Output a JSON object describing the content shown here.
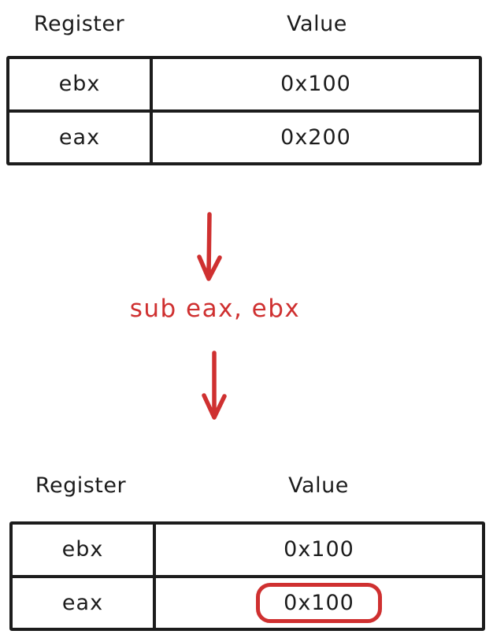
{
  "colors": {
    "ink": "#1c1c1c",
    "accent_red": "#cf3030",
    "background": "#ffffff"
  },
  "before_table": {
    "headers": {
      "register": "Register",
      "value": "Value"
    },
    "rows": [
      {
        "register": "ebx",
        "value": "0x100",
        "highlighted": false
      },
      {
        "register": "eax",
        "value": "0x200",
        "highlighted": false
      }
    ]
  },
  "instruction": {
    "label": "sub eax, ebx"
  },
  "after_table": {
    "headers": {
      "register": "Register",
      "value": "Value"
    },
    "rows": [
      {
        "register": "ebx",
        "value": "0x100",
        "highlighted": false
      },
      {
        "register": "eax",
        "value": "0x100",
        "highlighted": true
      }
    ]
  },
  "icons": {
    "arrow_1": "down-arrow",
    "arrow_2": "down-arrow"
  }
}
